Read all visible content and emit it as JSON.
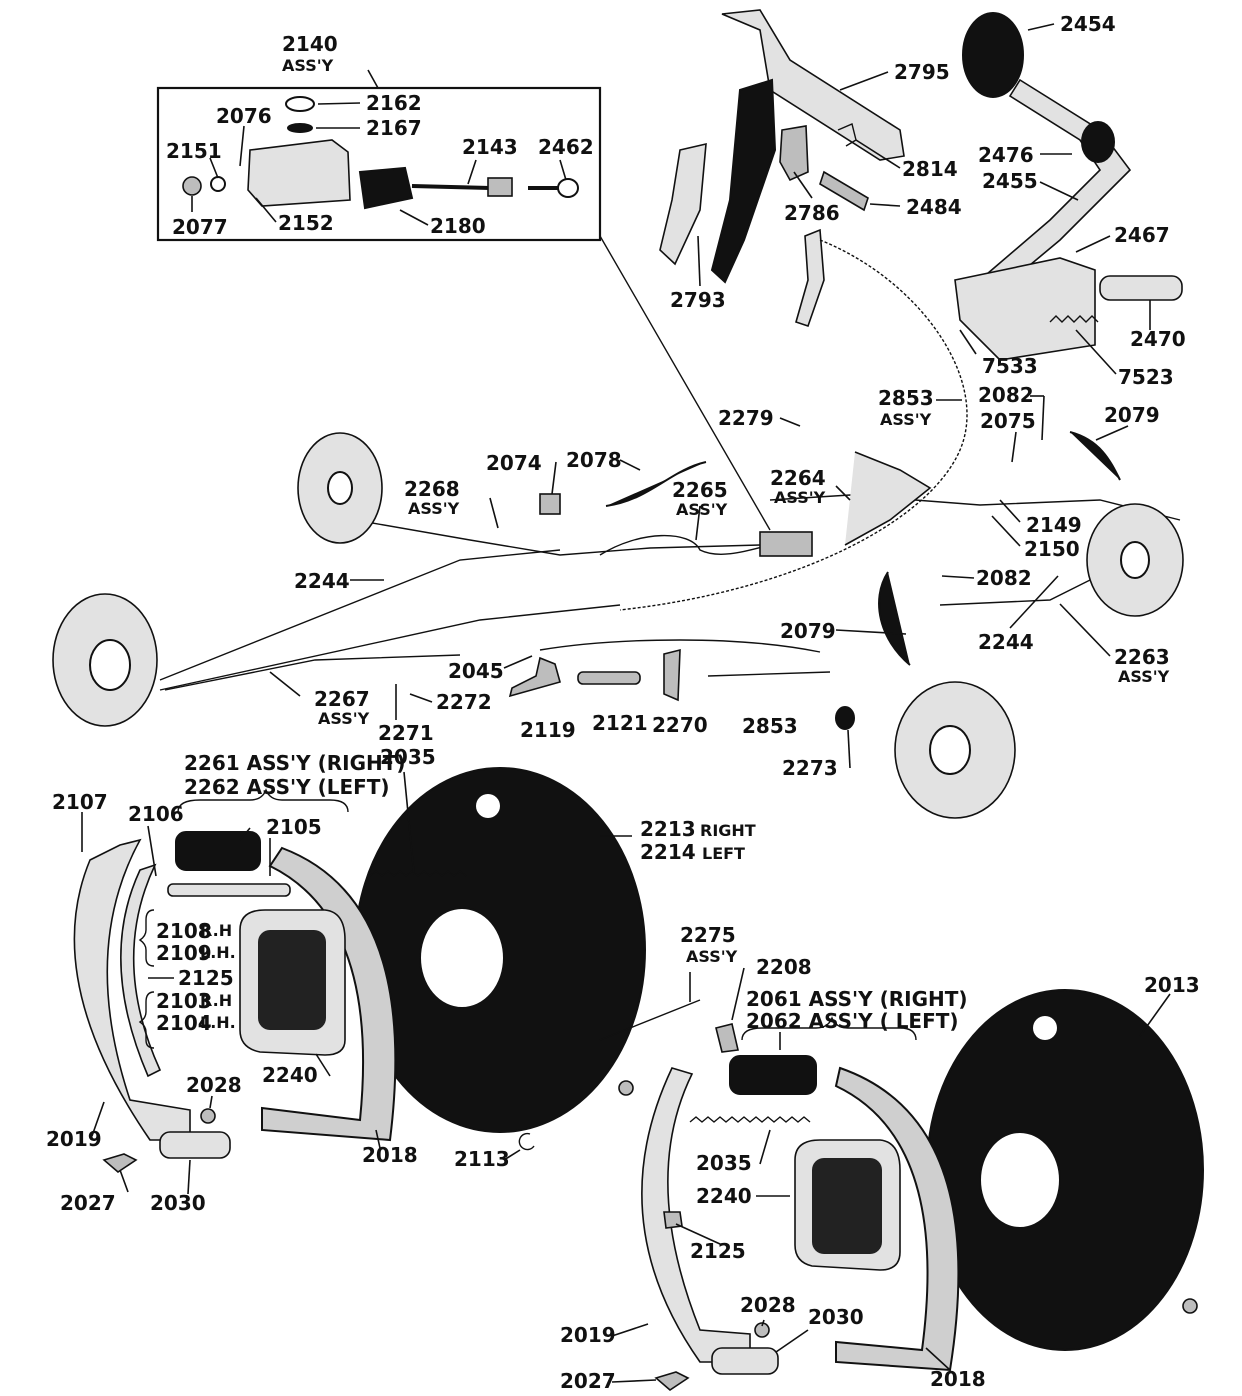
{
  "labels": {
    "l2140": "2140",
    "l2140a": "ASS'Y",
    "l2162": "2162",
    "l2167": "2167",
    "l2076": "2076",
    "l2151": "2151",
    "l2143": "2143",
    "l2462": "2462",
    "l2077": "2077",
    "l2152": "2152",
    "l2180": "2180",
    "l2795": "2795",
    "l2454": "2454",
    "l2814": "2814",
    "l2476": "2476",
    "l2455": "2455",
    "l2786": "2786",
    "l2484": "2484",
    "l2467": "2467",
    "l2793": "2793",
    "l2470": "2470",
    "l7533": "7533",
    "l7523": "7523",
    "l2853a": "2853",
    "l2853aa": "ASS'Y",
    "l2082a": "2082",
    "l2279": "2279",
    "l2075": "2075",
    "l2079a": "2079",
    "l2074": "2074",
    "l2078": "2078",
    "l2264": "2264",
    "l2264a": "ASS'Y",
    "l2268": "2268",
    "l2268a": "ASS'Y",
    "l2265": "2265",
    "l2265a": "ASS'Y",
    "l2149": "2149",
    "l2150": "2150",
    "l2244a": "2244",
    "l2082b": "2082",
    "l2079b": "2079",
    "l2244b": "2244",
    "l2263": "2263",
    "l2263a": "ASS'Y",
    "l2045": "2045",
    "l2267": "2267",
    "l2267a": "ASS'Y",
    "l2271": "2271",
    "l2272": "2272",
    "l2119": "2119",
    "l2121": "2121",
    "l2270": "2270",
    "l2853b": "2853",
    "l2273": "2273",
    "l2261": "2261 ASS'Y (RIGHT)",
    "l2262": "2262 ASS'Y (LEFT)",
    "l2035a": "2035",
    "l2213": "2213",
    "l2213a": "RIGHT",
    "l2214": "2214",
    "l2214a": "LEFT",
    "l2107": "2107",
    "l2106": "2106",
    "l2105": "2105",
    "l2108": "2108",
    "l2108a": "R.H",
    "l2109": "2109",
    "l2109a": "L.H.",
    "l2125a": "2125",
    "l2103": "2103",
    "l2103a": "R.H",
    "l2104": "2104",
    "l2104a": "L.H.",
    "l2240a": "2240",
    "l2028a": "2028",
    "l2019a": "2019",
    "l2018a": "2018",
    "l2027a": "2027",
    "l2030a": "2030",
    "l2113": "2113",
    "l2275": "2275",
    "l2275a": "ASS'Y",
    "l2208": "2208",
    "l2061": "2061 ASS'Y (RIGHT)",
    "l2062": "2062 ASS'Y ( LEFT)",
    "l2013": "2013",
    "l2035b": "2035",
    "l2240b": "2240",
    "l2125b": "2125",
    "l2028b": "2028",
    "l2030b": "2030",
    "l2019b": "2019",
    "l2018b": "2018",
    "l2027b": "2027"
  }
}
